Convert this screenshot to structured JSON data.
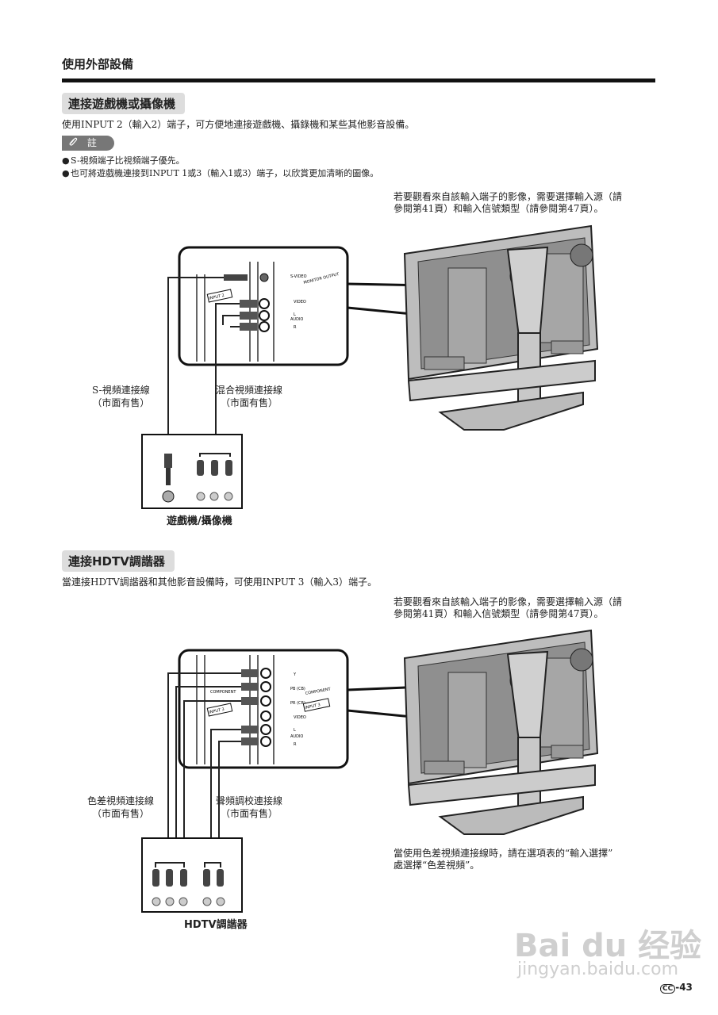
{
  "page": {
    "heading": "使用外部設備",
    "page_number_prefix": "CC",
    "page_number": "-43"
  },
  "section1": {
    "title": "連接遊戲機或攝像機",
    "intro": "使用INPUT 2（輸入2）端子，可方便地連接遊戲機、攝錄機和某些其他影音設備。",
    "note_label": "註",
    "notes": [
      "S-視頻端子比視頻端子優先。",
      "也可將遊戲機連接到INPUT 1或3（輸入1或3）端子，以欣賞更加清晰的圖像。"
    ],
    "instruction": [
      "若要觀看來自該輸入端子的影像，需要選擇輸入源（請",
      "參閱第41頁）和輸入信號類型（請參閱第47頁）。"
    ],
    "cable_left": [
      "S-視頻連接線",
      "（市面有售）"
    ],
    "cable_right": [
      "混合視頻連接線",
      "（市面有售）"
    ],
    "device": "遊戲機/攝像機",
    "panel_labels": {
      "s_video": "S-VIDEO",
      "monitor_output": "MONITOR OUTPUT",
      "input": "INPUT 2",
      "video": "VIDEO",
      "audio": "AUDIO",
      "l": "L",
      "r": "R"
    }
  },
  "section2": {
    "title": "連接HDTV調諧器",
    "intro": "當連接HDTV調諧器和其他影音設備時，可使用INPUT 3（輸入3）端子。",
    "instruction": [
      "若要觀看來自該輸入端子的影像，需要選擇輸入源（請",
      "參閱第41頁）和輸入信號類型（請參閱第47頁）。"
    ],
    "cable_left": [
      "色差視頻連接線",
      "（市面有售）"
    ],
    "cable_right": [
      "聲頻調校連接線",
      "（市面有售）"
    ],
    "device": "HDTV調諧器",
    "component_note": [
      "當使用色差視頻連接線時，請在選項表的“輸入選擇”",
      "處選擇“色差視頻”。"
    ],
    "panel_labels": {
      "component": "COMPONENT",
      "y": "Y",
      "pb": "PB (CB)",
      "pr": "PR (CR)",
      "input": "INPUT 3",
      "video": "VIDEO",
      "audio": "AUDIO",
      "l": "L",
      "r": "R"
    }
  },
  "watermark": {
    "brand": "Bai du 经验",
    "url": "jingyan.baidu.com"
  }
}
